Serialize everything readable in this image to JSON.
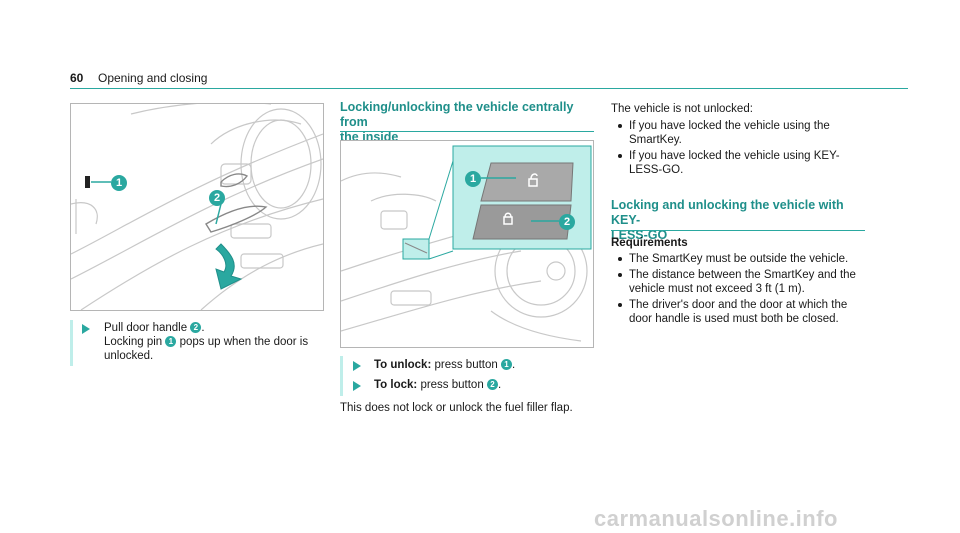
{
  "header": {
    "page_number": "60",
    "section_title": "Opening and closing"
  },
  "left": {
    "step_text": "Pull door handle",
    "step_num": "2",
    "line2_a": "Locking pin",
    "line2_num": "1",
    "line2_b": "pops up when the door is",
    "line3": "unlocked.",
    "callouts": [
      "1",
      "2"
    ]
  },
  "middle": {
    "heading_line1": "Locking/unlocking the vehicle centrally from",
    "heading_line2": "the inside",
    "callouts": [
      "1",
      "2"
    ],
    "step1_bold": "To unlock:",
    "step1_text": "press button",
    "step1_num": "1",
    "step2_bold": "To lock:",
    "step2_text": "press button",
    "step2_num": "2",
    "note": "This does not lock or unlock the fuel filler flap."
  },
  "right": {
    "intro": "The vehicle is not unlocked:",
    "bullets": [
      "If you have locked the vehicle using the SmartKey.",
      "If you have locked the vehicle using KEY-LESS-GO."
    ],
    "heading_line1": "Locking and unlocking the vehicle with KEY-",
    "heading_line2": "LESS-GO",
    "req_title": "Requirements",
    "req_bullets": [
      "The SmartKey must be outside the vehicle.",
      "The distance between the SmartKey and the vehicle must not exceed 3 ft (1 m).",
      "The driver's door and the door at which the door handle is used must both be closed."
    ]
  },
  "footer": {
    "watermark": "carmanualsonline.info"
  },
  "colors": {
    "accent": "#2aa8a0",
    "accent_light": "#bfeeea",
    "heading": "#1f8f8a"
  }
}
